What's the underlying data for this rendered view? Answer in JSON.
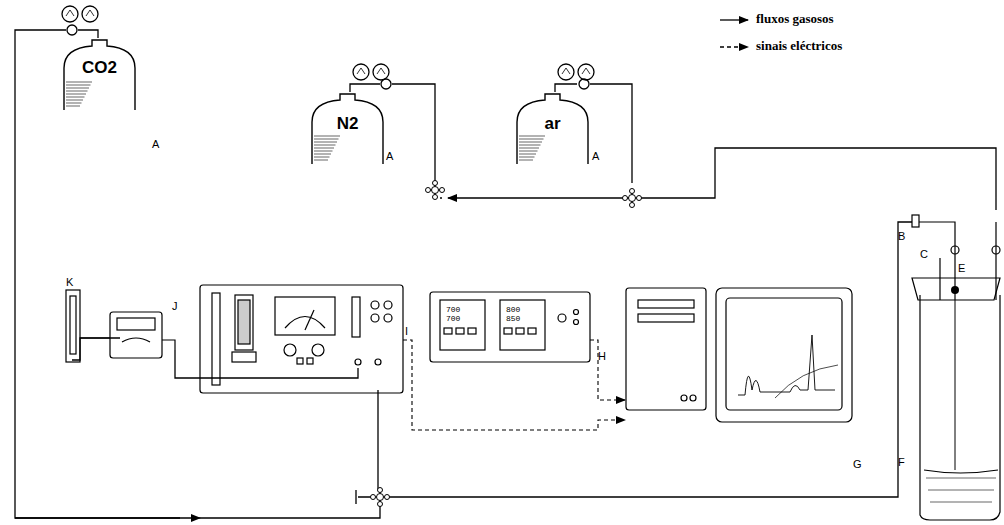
{
  "diagram": {
    "nodes": [
      {
        "text": [
          "N2"
        ]
      },
      {
        "text": [
          "ar"
        ]
      },
      {
        "text": [
          "CO2"
        ]
      }
    ],
    "labels": [
      "A",
      "A",
      "A",
      "B",
      "C",
      "E",
      "F",
      "G",
      "H",
      "I",
      "J",
      "K",
      "700",
      "700",
      "800",
      "850"
    ],
    "legend": [
      {
        "text": "fluxos gasosos"
      },
      {
        "text": "sinais eléctricos"
      }
    ]
  }
}
